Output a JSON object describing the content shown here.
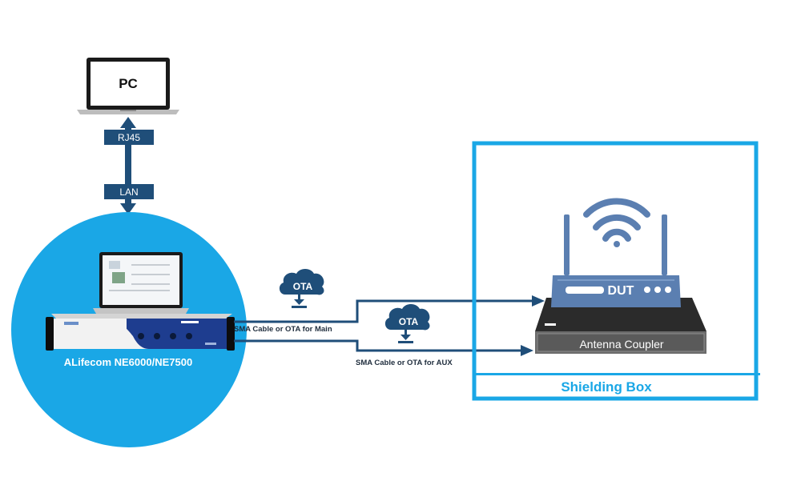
{
  "pc": {
    "label": "PC"
  },
  "link": {
    "rj45": "RJ45",
    "lan": "LAN"
  },
  "tester": {
    "label": "ALifecom NE6000/NE7500"
  },
  "paths": {
    "main_label": "SMA Cable or OTA for Main",
    "aux_label": "SMA Cable or OTA for AUX",
    "ota_main": "OTA",
    "ota_aux": "OTA"
  },
  "dut": {
    "label": "DUT"
  },
  "coupler": {
    "label": "Antenna Coupler"
  },
  "shielding_box": {
    "label": "Shielding Box"
  },
  "colors": {
    "navy": "#1f4e79",
    "sky": "#1aa7e6",
    "steel": "#5b7fb1",
    "dark": "#2b2b2b"
  }
}
